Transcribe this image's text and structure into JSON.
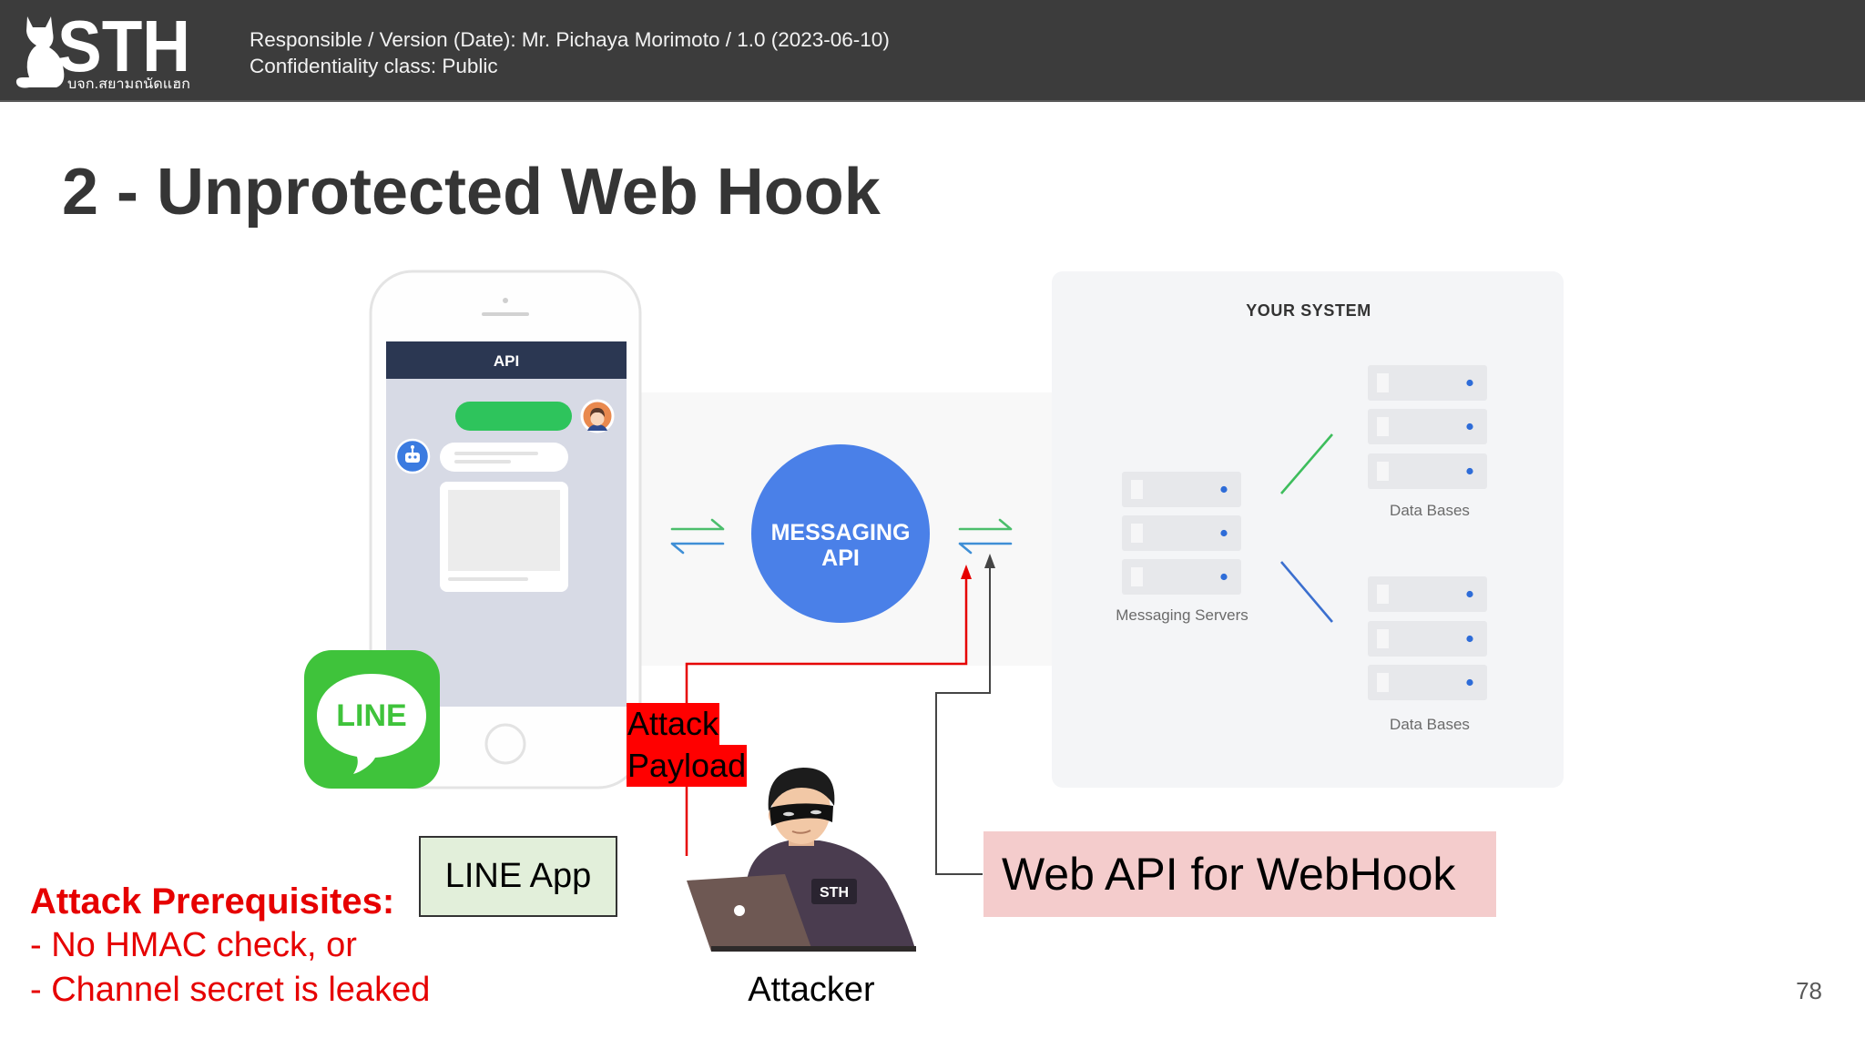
{
  "header": {
    "logo_text": "STH",
    "logo_subtext": "บจก.สยามถนัดแฮก",
    "responsible_line": "Responsible / Version (Date): Mr. Pichaya Morimoto / 1.0 (2023-06-10)",
    "confidentiality_line": "Confidentiality class: Public"
  },
  "slide": {
    "title": "2 - Unprotected Web Hook",
    "page_number": "78"
  },
  "diagram": {
    "phone": {
      "topbar_label": "API"
    },
    "line_logo": {
      "text": "LINE"
    },
    "messaging_api": {
      "line1": "MESSAGING",
      "line2": "API"
    },
    "your_system": {
      "title": "YOUR SYSTEM",
      "messaging_servers_label": "Messaging Servers",
      "databases_top_label": "Data Bases",
      "databases_bottom_label": "Data Bases"
    },
    "attack_payload": {
      "line1": "Attack",
      "line2": "Payload"
    },
    "line_app_label": "LINE App",
    "attacker": {
      "label": "Attacker",
      "shirt_logo": "STH"
    },
    "webhook_label": "Web API for WebHook"
  },
  "prerequisites": {
    "heading": "Attack Prerequisites:",
    "items": [
      "- No HMAC check, or",
      "- Channel secret is leaked"
    ]
  },
  "icons": {
    "logo": "cat-logo-icon",
    "line_app": "line-app-icon",
    "bot_avatar": "bot-icon",
    "user_avatar": "user-avatar-icon",
    "attacker": "hacker-icon"
  },
  "colors": {
    "header_bg": "#3c3c3c",
    "title_text": "#353535",
    "prerequisite_red": "#e60000",
    "attack_path": "#e60000",
    "payload_highlight": "#ff0000",
    "line_green": "#3fc33b",
    "messaging_api_blue": "#4a80e8",
    "line_app_box": "#e2efda",
    "webhook_box": "#f4cccc"
  }
}
